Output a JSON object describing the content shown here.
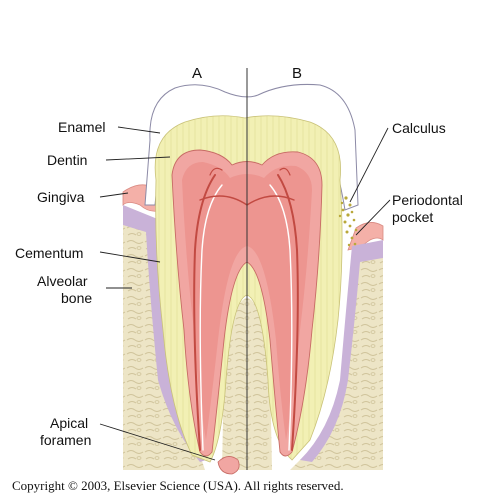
{
  "panels": {
    "a": "A",
    "b": "B"
  },
  "labels": {
    "enamel": "Enamel",
    "dentin": "Dentin",
    "gingiva": "Gingiva",
    "cementum": "Cementum",
    "alveolar_bone_1": "Alveolar",
    "alveolar_bone_2": "bone",
    "apical_foramen_1": "Apical",
    "apical_foramen_2": "foramen",
    "calculus": "Calculus",
    "periodontal_pocket_1": "Periodontal",
    "periodontal_pocket_2": "pocket"
  },
  "copyright": "Copyright © 2003, Elsevier Science (USA).  All rights reserved.",
  "colors": {
    "enamel": "#ffffff",
    "dentin": "#f2f0b4",
    "pulp": "#f1a6a2",
    "pulp_inner": "#ed9590",
    "vessels": "#c24a42",
    "gingiva": "#f4b0a8",
    "cementum": "#c9b2d8",
    "bone": "#ece4c4",
    "calculus": "#b9a83a"
  }
}
